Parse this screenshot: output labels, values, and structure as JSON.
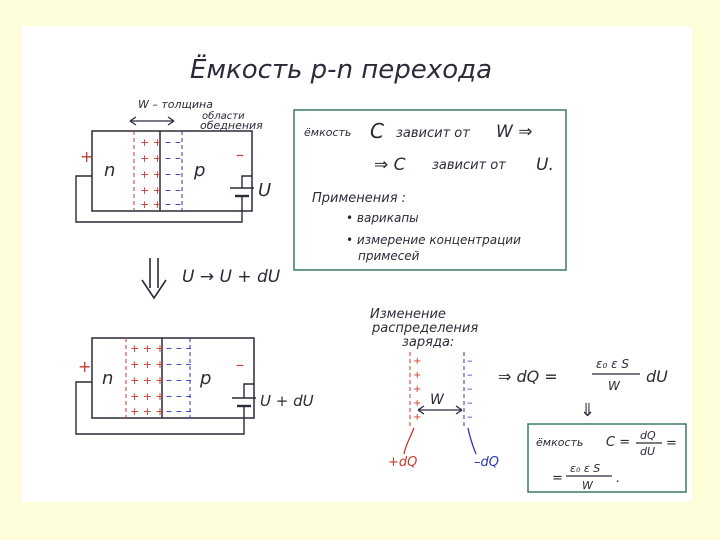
{
  "title": "Ёмкость p-n перехода",
  "diagram": {
    "w_label": "W – толщина",
    "w_label2": "области",
    "w_label3": "обеднения",
    "n_label": "n",
    "p_label": "p",
    "plus_sign": "+",
    "minus_sign": "–",
    "voltage_label": "U",
    "transition": "U → U + dU",
    "n_label_2": "n",
    "p_label_2": "p",
    "plus_sign_2": "+",
    "minus_sign_2": "–",
    "voltage_label_2": "U + dU"
  },
  "box1": {
    "line1_a": "ёмкость",
    "line1_b": "C",
    "line1_c": "зависит от",
    "line1_d": "W ⇒",
    "line2_a": "⇒ C",
    "line2_b": "зависит от",
    "line2_c": "U.",
    "apps_title": "Применения :",
    "app1": "• варикапы",
    "app2": "• измерение концентрации",
    "app2b": "примесей"
  },
  "charge": {
    "heading1": "Изменение",
    "heading2": "распределения",
    "heading3": "заряда:",
    "w": "W",
    "plus_dq": "+dQ",
    "minus_dq": "–dQ",
    "formula_lhs": "⇒ dQ =",
    "formula_num": "ε₀ ε S",
    "formula_den": "W",
    "formula_rhs": "dU",
    "down_arrow": "⇓"
  },
  "box2": {
    "label": "ёмкость",
    "c_eq": "C =",
    "frac1_num": "dQ",
    "frac1_den": "dU",
    "eq": "=",
    "eq2": "=",
    "frac2_num": "ε₀ ε S",
    "frac2_den": "W",
    "dot": "."
  },
  "colors": {
    "ink": "#2b2b3a",
    "red": "#c8392f",
    "blue": "#2a35b5",
    "box": "#2f6e5e"
  }
}
